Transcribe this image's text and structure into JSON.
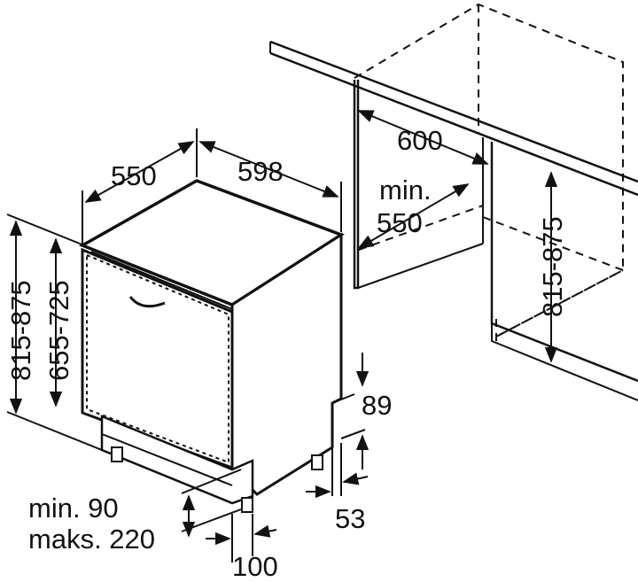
{
  "diagram": {
    "labels": {
      "depth": "550",
      "width": "598",
      "niche_width": "600",
      "niche_depth_min": "min.",
      "niche_depth_value": "550",
      "niche_height": "815-875",
      "height_total": "815-875",
      "height_body": "655-725",
      "plinth_height": "89",
      "plinth_setback": "53",
      "foot_min": "min. 90",
      "foot_max": "maks. 220",
      "foot_offset": "100"
    }
  }
}
